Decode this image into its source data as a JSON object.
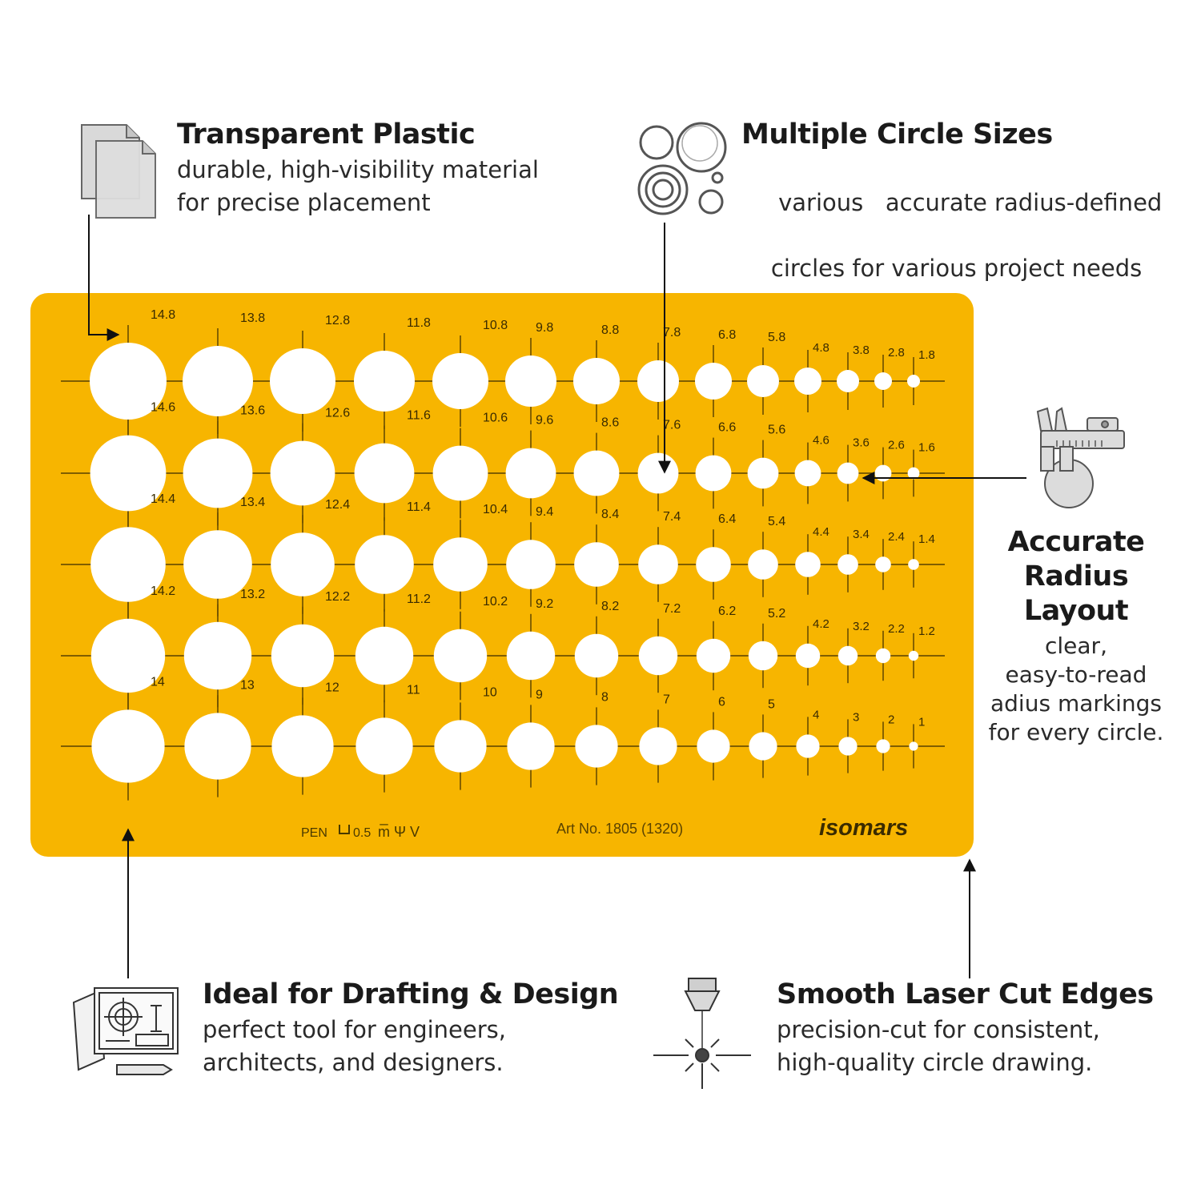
{
  "features": {
    "transparent": {
      "title": "Transparent Plastic",
      "line1": "durable, high-visibility material",
      "line2": "for precise placement",
      "icon": "sheets-icon"
    },
    "circles": {
      "title": "Multiple Circle Sizes",
      "line1": " various   accurate radius-defined",
      "line2": "circles for various project needs",
      "icon": "circles-icon"
    },
    "radius": {
      "title_line1": "Accurate",
      "title_line2": "Radius",
      "title_line3": "Layout",
      "line1": "clear,",
      "line2": "easy-to-read",
      "line3": "adius markings",
      "line4": "for every circle.",
      "icon": "caliper-icon"
    },
    "drafting": {
      "title": "Ideal for Drafting & Design",
      "line1": "perfect tool for engineers,",
      "line2": "architects, and designers.",
      "icon": "blueprint-icon"
    },
    "laser": {
      "title": "Smooth Laser Cut Edges",
      "line1": "precision-cut for consistent,",
      "line2": "high-quality circle drawing.",
      "icon": "laser-icon"
    }
  },
  "stencil": {
    "color": "#f7b500",
    "rows": [
      [
        "14.8",
        "13.8",
        "12.8",
        "11.8",
        "10.8",
        "9.8",
        "8.8",
        "7.8",
        "6.8",
        "5.8",
        "4.8",
        "3.8",
        "2.8",
        "1.8"
      ],
      [
        "14.6",
        "13.6",
        "12.6",
        "11.6",
        "10.6",
        "9.6",
        "8.6",
        "7.6",
        "6.6",
        "5.6",
        "4.6",
        "3.6",
        "2.6",
        "1.6"
      ],
      [
        "14.4",
        "13.4",
        "12.4",
        "11.4",
        "10.4",
        "9.4",
        "8.4",
        "7.4",
        "6.4",
        "5.4",
        "4.4",
        "3.4",
        "2.4",
        "1.4"
      ],
      [
        "14.2",
        "13.2",
        "12.2",
        "11.2",
        "10.2",
        "9.2",
        "8.2",
        "7.2",
        "6.2",
        "5.2",
        "4.2",
        "3.2",
        "2.2",
        "1.2"
      ],
      [
        "14",
        "13",
        "12",
        "11",
        "10",
        "9",
        "8",
        "7",
        "6",
        "5",
        "4",
        "3",
        "2",
        "1"
      ]
    ],
    "pen_label": "PEN",
    "pen_size": "0.5",
    "pen_symbols": "m̅  Ψ  V",
    "art_no": "Art No. 1805 (1320)",
    "brand": "isomars"
  }
}
